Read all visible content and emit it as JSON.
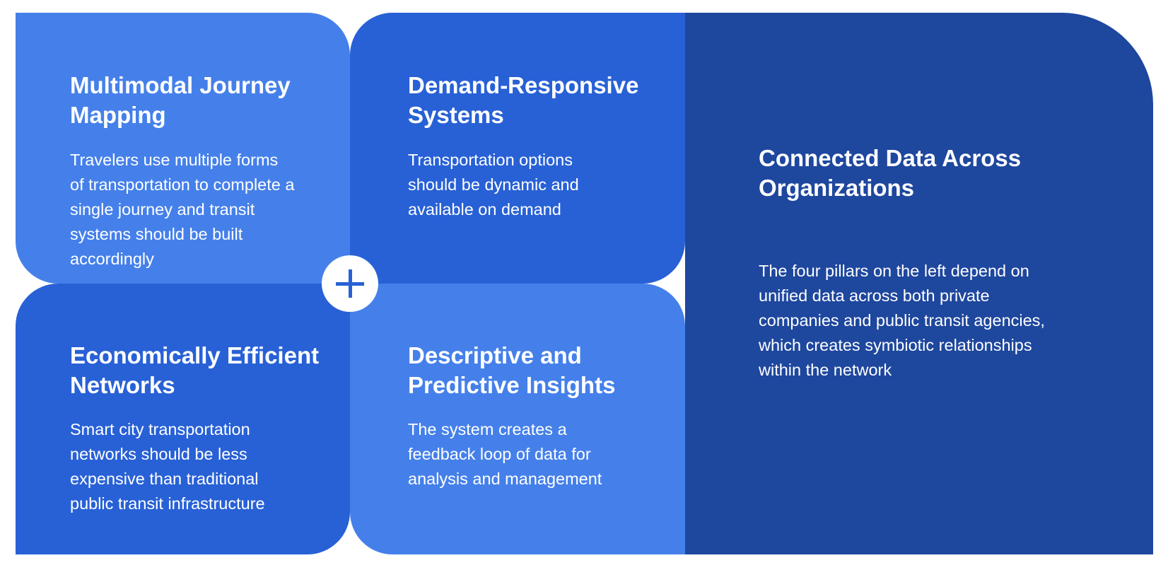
{
  "colors": {
    "light_blue": "#4580ea",
    "mid_blue": "#2861d6",
    "dark_blue": "#1e479e",
    "text": "#ffffff"
  },
  "tiles": {
    "top_left": {
      "title": "Multimodal Journey Mapping",
      "body": "Travelers use multiple forms of transportation to complete a single journey and transit systems should be built accordingly"
    },
    "top_right": {
      "title": "Demand-Responsive Systems",
      "body": "Transportation options should be dynamic and available on demand"
    },
    "bottom_left": {
      "title": "Economically Efficient Networks",
      "body": "Smart city transportation networks should be less expensive than traditional public transit infrastructure"
    },
    "bottom_right": {
      "title": "Descriptive and Predictive Insights",
      "body": "The system creates a feedback loop of data for analysis and management"
    },
    "right": {
      "title": "Connected Data Across Organizations",
      "body": "The four pillars on the left depend on unified data across both private companies and public transit agencies, which creates symbiotic relationships within the network"
    }
  },
  "center_icon": "plus-icon"
}
